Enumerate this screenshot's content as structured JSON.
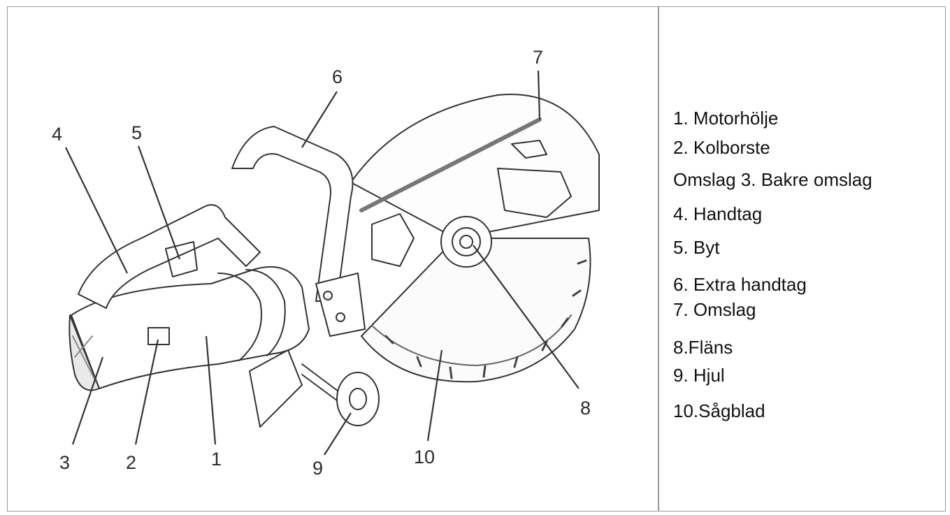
{
  "diagram": {
    "callouts": [
      "1",
      "2",
      "3",
      "4",
      "5",
      "6",
      "7",
      "8",
      "9",
      "10"
    ]
  },
  "legend": {
    "items": [
      "1.  Motorhölje",
      "2.  Kolborste",
      "Omslag  3.  Bakre  omslag",
      "4.  Handtag",
      "5.  Byt",
      "6.  Extra  handtag",
      "7.  Omslag",
      "8.Fläns",
      "9.  Hjul",
      "10.Sågblad"
    ]
  }
}
